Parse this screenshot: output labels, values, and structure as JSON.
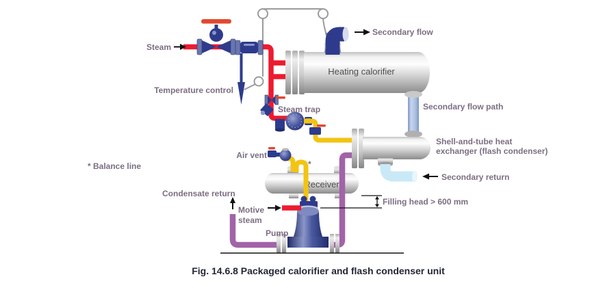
{
  "caption": "Fig. 14.6.8 Packaged calorifier and flash condenser unit",
  "vessels": {
    "heating_calorifier": "Heating calorifier",
    "receiver": "Receiver"
  },
  "labels": {
    "steam": "Steam",
    "secondary_flow": "Secondary flow",
    "temperature_control": "Temperature control",
    "steam_trap": "Steam trap",
    "secondary_flow_path": "Secondary flow path",
    "shell_and_tube_line1": "Shell-and-tube heat",
    "shell_and_tube_line2": "exchanger (flash condenser)",
    "secondary_return": "Secondary return",
    "balance_line_note": "* Balance line",
    "balance_line_marker": "*",
    "air_vent": "Air vent",
    "condensate_return": "Condensate return",
    "filling_head": "Filling head > 600 mm",
    "motive_steam_line1": "Motive",
    "motive_steam_line2": "steam",
    "pump": "Pump"
  },
  "colors": {
    "steam-red": "#ed1b2f",
    "condensate-yellow": "#f2c413",
    "pumped-condensate-purple": "#a263a8",
    "secondary-flow-navy": "#2e3b8d",
    "secondary-path-slate": "#a9bedf",
    "secondary-return-pale": "#c9e9f7",
    "capillary-gray": "#9b9b9b",
    "label-purple": "#7c6d82",
    "caption-navy": "#232636",
    "vessel-gray": "#c9c9c9"
  }
}
